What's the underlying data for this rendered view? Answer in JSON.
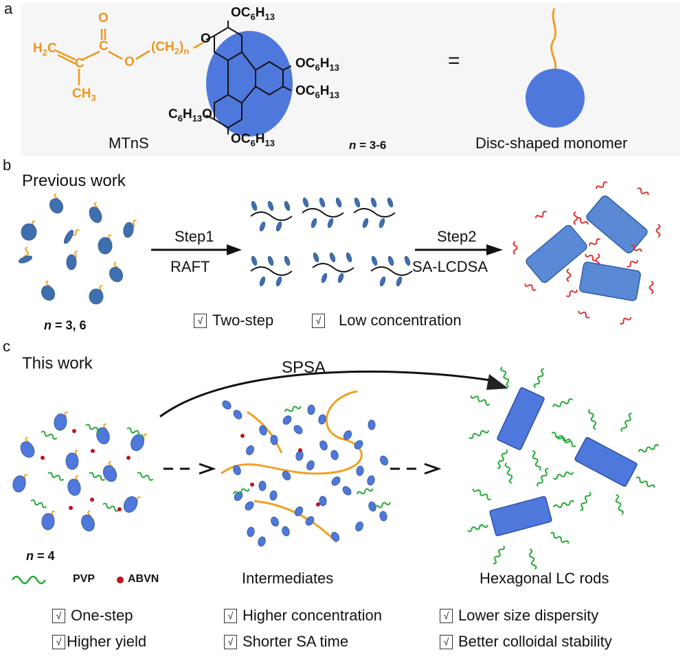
{
  "panel_a": {
    "label": "a",
    "methacrylate_h2c": "H2C",
    "methacrylate_c": "C",
    "carbonyl_c": "C",
    "carbonyl_o": "O",
    "ester_o": "O",
    "spacer": "(CH2)n",
    "methyl": "CH3",
    "link_o": "O",
    "substituents": [
      "OC6H13",
      "OC6H13",
      "OC6H13",
      "C6H13O",
      "OC6H13"
    ],
    "compound_name": "MTnS",
    "n_range": "n = 3-6",
    "equals": "=",
    "monomer_label": "Disc-shaped monomer"
  },
  "panel_b": {
    "label": "b",
    "title": "Previous work",
    "n_values": "n = 3, 6",
    "step1_top": "Step1",
    "step1_bottom": "RAFT",
    "step2_top": "Step2",
    "step2_bottom": "SA-LCDSA",
    "checks": [
      "Two-step",
      "Low concentration"
    ]
  },
  "panel_c": {
    "label": "c",
    "title": "This work",
    "process": "SPSA",
    "n_value": "n = 4",
    "legend_pvp": "PVP",
    "legend_abvn": "ABVN",
    "intermediates": "Intermediates",
    "product": "Hexagonal LC rods",
    "checks": [
      "One-step",
      "Higher concentration",
      "Lower size dispersity",
      "Higher yield",
      "Shorter SA time",
      "Better colloidal stability"
    ]
  },
  "check_glyph": "√",
  "colors": {
    "disc_blue": "#4f78dc",
    "disc_dark": "#3a5f9e",
    "chain_orange": "#f0a020",
    "pvp_green": "#22aa33",
    "abvn_red": "#c0141e",
    "side_red": "#e03030",
    "panel_bg": "#f6f6f6"
  }
}
